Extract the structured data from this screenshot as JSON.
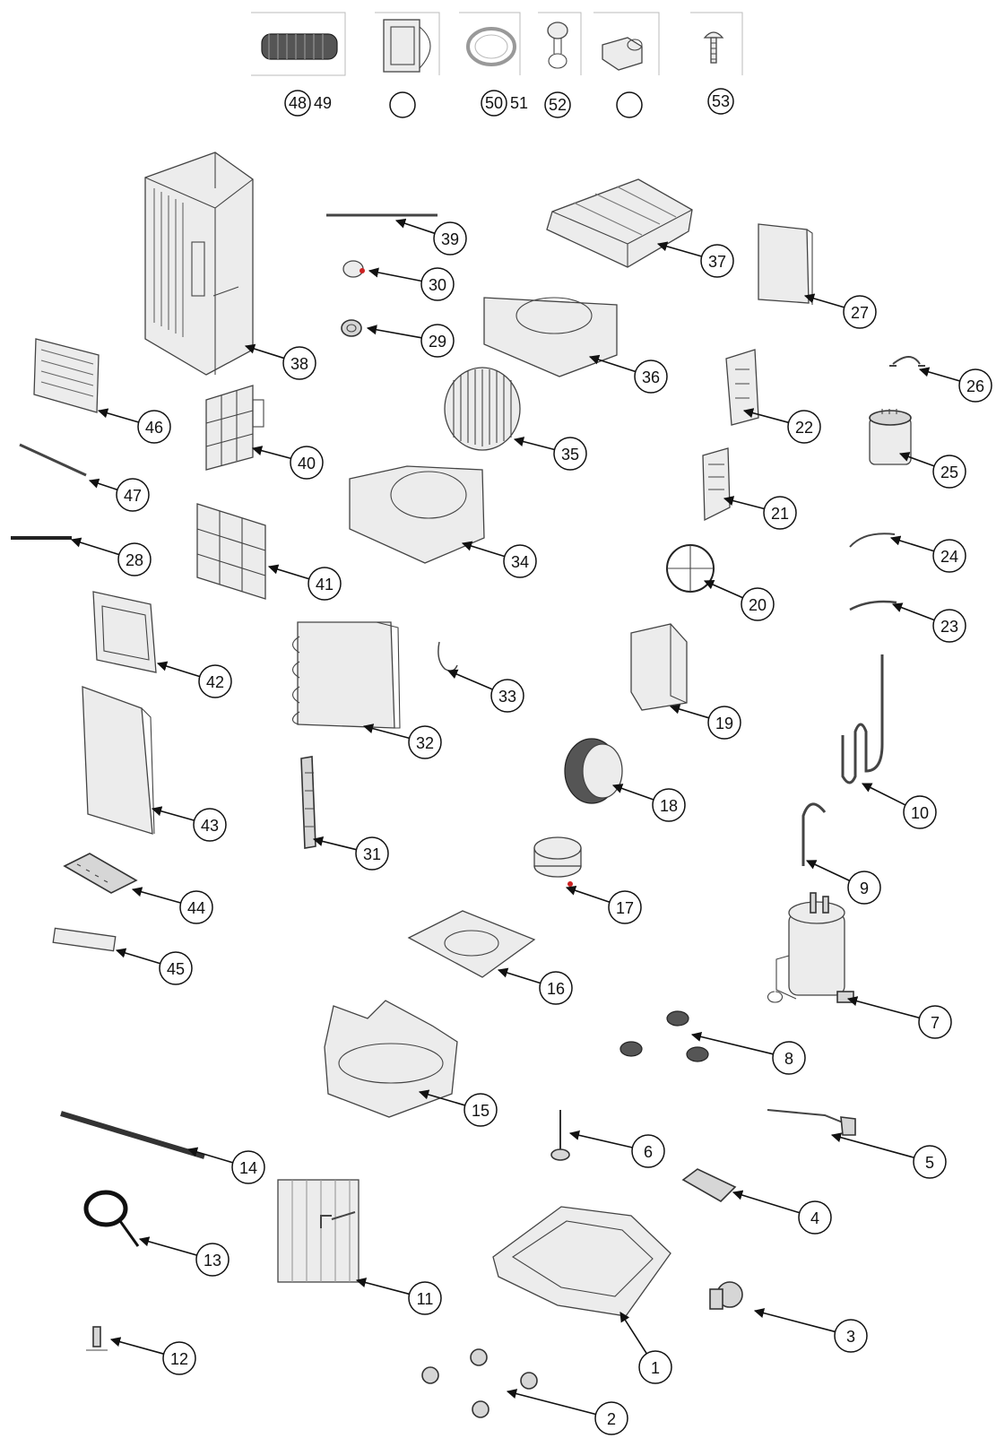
{
  "accessories": [
    {
      "id": "a48",
      "label": "48",
      "extra": "49",
      "icon": "exhaust-hose-icon"
    },
    {
      "id": "a-blank1",
      "label": "",
      "extra": "",
      "icon": "window-adapter-icon"
    },
    {
      "id": "a50",
      "label": "50",
      "extra": "51",
      "icon": "hose-ring-icon"
    },
    {
      "id": "a52",
      "label": "52",
      "extra": "",
      "icon": "drain-cap-icon"
    },
    {
      "id": "a-blank2",
      "label": "",
      "extra": "",
      "icon": "hose-connector-icon"
    },
    {
      "id": "a53",
      "label": "53",
      "extra": "",
      "icon": "screw-icon"
    }
  ],
  "callouts": [
    {
      "label": "1"
    },
    {
      "label": "2"
    },
    {
      "label": "3"
    },
    {
      "label": "4"
    },
    {
      "label": "5"
    },
    {
      "label": "6"
    },
    {
      "label": "7"
    },
    {
      "label": "8"
    },
    {
      "label": "9"
    },
    {
      "label": "10"
    },
    {
      "label": "11"
    },
    {
      "label": "12"
    },
    {
      "label": "13"
    },
    {
      "label": "14"
    },
    {
      "label": "15"
    },
    {
      "label": "16"
    },
    {
      "label": "17"
    },
    {
      "label": "18"
    },
    {
      "label": "19"
    },
    {
      "label": "20"
    },
    {
      "label": "21"
    },
    {
      "label": "22"
    },
    {
      "label": "23"
    },
    {
      "label": "24"
    },
    {
      "label": "25"
    },
    {
      "label": "26"
    },
    {
      "label": "27"
    },
    {
      "label": "28"
    },
    {
      "label": "29"
    },
    {
      "label": "30"
    },
    {
      "label": "31"
    },
    {
      "label": "32"
    },
    {
      "label": "33"
    },
    {
      "label": "34"
    },
    {
      "label": "35"
    },
    {
      "label": "36"
    },
    {
      "label": "37"
    },
    {
      "label": "38"
    },
    {
      "label": "39"
    },
    {
      "label": "40"
    },
    {
      "label": "41"
    },
    {
      "label": "42"
    },
    {
      "label": "43"
    },
    {
      "label": "44"
    },
    {
      "label": "45"
    },
    {
      "label": "46"
    },
    {
      "label": "47"
    }
  ],
  "colors": {
    "ink": "#111111",
    "part_fill": "#d6d6d6",
    "accent": "#cc2222"
  }
}
